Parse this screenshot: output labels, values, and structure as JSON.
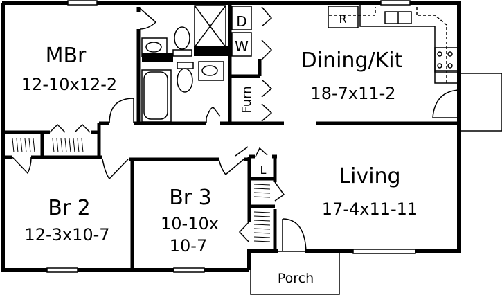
{
  "rooms": {
    "mbr": {
      "name": "MBr",
      "dims": "12-10x12-2"
    },
    "dining_kit": {
      "name": "Dining/Kit",
      "dims": "18-7x11-2"
    },
    "living": {
      "name": "Living",
      "dims": "17-4x11-11"
    },
    "br2": {
      "name": "Br 2",
      "dims": "12-3x10-7"
    },
    "br3": {
      "name": "Br 3",
      "dims_line1": "10-10x",
      "dims_line2": "10-7"
    },
    "porch": {
      "name": "Porch"
    }
  },
  "fixtures": {
    "dryer": "D",
    "washer": "W",
    "furnace": "Furn",
    "refrigerator": "R",
    "linen": "L"
  },
  "colors": {
    "wall": "#000000",
    "background": "#ffffff"
  }
}
